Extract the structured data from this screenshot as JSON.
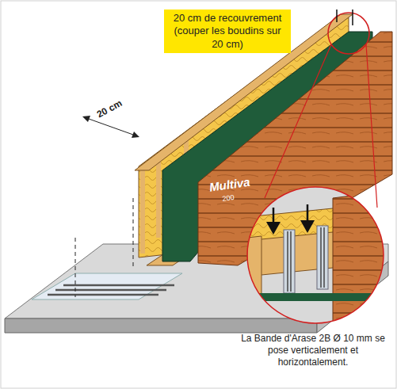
{
  "diagram": {
    "nodes": [
      {
        "text": [
          "20 cm de recouvrement (couper les boudins sur 20 cm)"
        ]
      }
    ],
    "labels": [
      "20 cm",
      "Multiva",
      "200",
      "La Bande d'Arase 2B Ø 10 mm se pose verticalement et horizontalement."
    ]
  }
}
